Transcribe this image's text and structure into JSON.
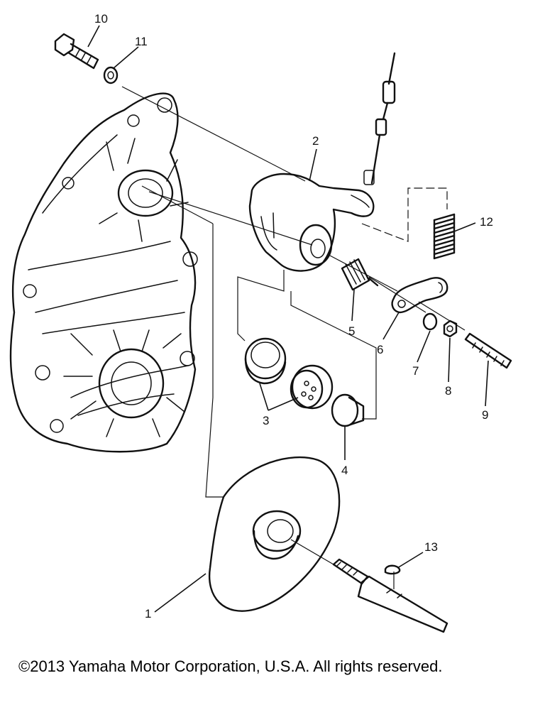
{
  "callouts": {
    "c1": "1",
    "c2": "2",
    "c3": "3",
    "c4": "4",
    "c5": "5",
    "c6": "6",
    "c7": "7",
    "c8": "8",
    "c9": "9",
    "c10": "10",
    "c11": "11",
    "c12": "12",
    "c13": "13"
  },
  "copyright": "©2013 Yamaha Motor Corporation, U.S.A. All rights reserved."
}
